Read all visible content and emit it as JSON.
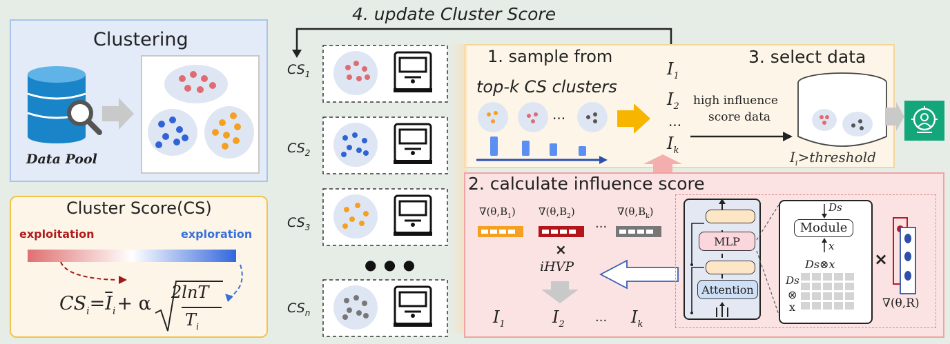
{
  "update_arrow": {
    "label": "4. update Cluster Score"
  },
  "clustering": {
    "title": "Clustering",
    "pool_label": "Data Pool"
  },
  "cluster_score": {
    "title": "Cluster Score(CS)",
    "left_label": "exploitation",
    "right_label": "exploration",
    "formula": {
      "lhs": "CS",
      "lhs_sub": "i",
      "eq": "=",
      "ibar": "I",
      "ibar_sub": "i",
      "plus_alpha": "+ α",
      "num": "2lnT",
      "den": "T",
      "den_sub": "i"
    }
  },
  "cs_list": [
    {
      "label": "CS",
      "sub": "1"
    },
    {
      "label": "CS",
      "sub": "2"
    },
    {
      "label": "CS",
      "sub": "3"
    },
    {
      "label": "CS",
      "sub": "n"
    }
  ],
  "cs_dots": "● ● ●",
  "sample": {
    "line1": "1. sample from",
    "line2": "top-k CS clusters",
    "ellipsis": "..."
  },
  "influence_list": {
    "i1": "I",
    "s1": "1",
    "i2": "I",
    "s2": "2",
    "ell": "...",
    "ik": "I",
    "sk": "k"
  },
  "select": {
    "title": "3. select data",
    "arrow_text_1": "high influence",
    "arrow_text_2": "score data",
    "cond": "I",
    "cond_sub": "i",
    "cond_rest": ">threshold"
  },
  "calc": {
    "title": "2. calculate influence score",
    "grads": [
      {
        "text": "∇(θ,B",
        "sub": "1",
        "close": ")"
      },
      {
        "text": "∇(θ,B",
        "sub": "2",
        "close": ")"
      },
      {
        "text": "∇(θ,B",
        "sub": "k",
        "close": ")"
      }
    ],
    "grad_ellipsis": "...",
    "times": "×",
    "ihvp": "iHVP",
    "outputs": [
      {
        "text": "I",
        "sub": "1"
      },
      {
        "text": "I",
        "sub": "2"
      },
      {
        "text": "I",
        "sub": "k"
      }
    ],
    "out_ellipsis": "...",
    "mlp": "MLP",
    "attention": "Attention",
    "module": "Module",
    "ds_top": "Ds",
    "x_label": "x",
    "ds_otimes_x": "Ds⊗x",
    "ds_left": "Ds",
    "otimes": "⊗",
    "x_left": "x",
    "times_right": "×",
    "grad_r": "∇(θ,R)"
  },
  "colors": {
    "red": "#e06b70",
    "blue": "#2f63d6",
    "orange": "#f5a020",
    "gray": "#555555",
    "bg_green": "#e6ede6",
    "panel_blue": "#e7eef9",
    "panel_yellow": "#fdf6e8",
    "panel_pink": "#fbe3e3"
  }
}
